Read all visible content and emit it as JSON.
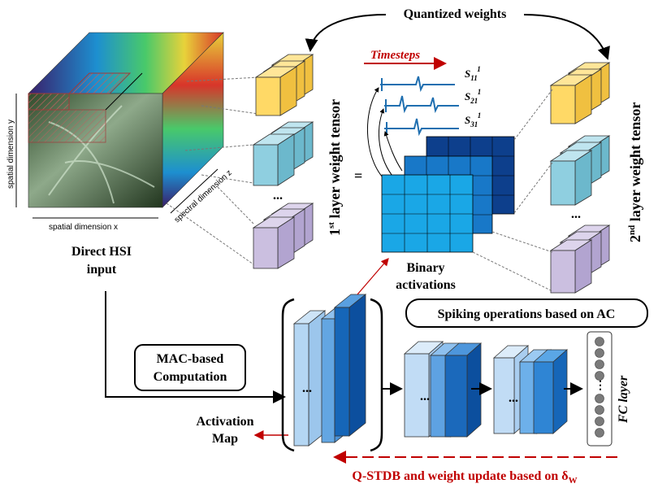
{
  "top_label": "Quantized weights",
  "timesteps_label": "Timesteps",
  "spike_labels": [
    {
      "base": "S",
      "sub": "11",
      "sup": "1"
    },
    {
      "base": "S",
      "sub": "21",
      "sup": "1"
    },
    {
      "base": "S",
      "sub": "31",
      "sup": "1"
    }
  ],
  "equals_sign": "=",
  "layer1_label": {
    "pre": "1",
    "sup": "st",
    "post": " layer weight tensor"
  },
  "layer2_label": {
    "pre": "2",
    "sup": "nd",
    "post": " layer weight tensor"
  },
  "hsi_axes": {
    "y": "spatial dimension y",
    "x": "spatial dimension x",
    "z": "spectral dimension z"
  },
  "hsi_input_label": [
    "Direct HSI",
    "input"
  ],
  "binary_label": [
    "Binary",
    "activations"
  ],
  "spiking_box": "Spiking operations based on AC",
  "mac_box": [
    "MAC-based",
    "Computation"
  ],
  "activation_map": [
    "Activation",
    "Map"
  ],
  "fc_label": "FC layer",
  "qstdb_label": {
    "text": "Q-STDB and weight update based on δ",
    "sub": "W"
  },
  "ellipsis": "...",
  "colors": {
    "yellow_face": "#ffd966",
    "yellow_top": "#ffe699",
    "yellow_side": "#f0c040",
    "cyan_face": "#8fcfe0",
    "cyan_top": "#bfe5ef",
    "cyan_side": "#6cb8cc",
    "lavender_face": "#cbbfe0",
    "lavender_top": "#ddd4ec",
    "lavender_side": "#b2a4d0",
    "grid_front": "#1aa7e6",
    "grid_mid": "#1878c8",
    "grid_back": "#0d3f8c",
    "red_arrow": "#c00000",
    "spike_line": "#1f6fb0"
  }
}
